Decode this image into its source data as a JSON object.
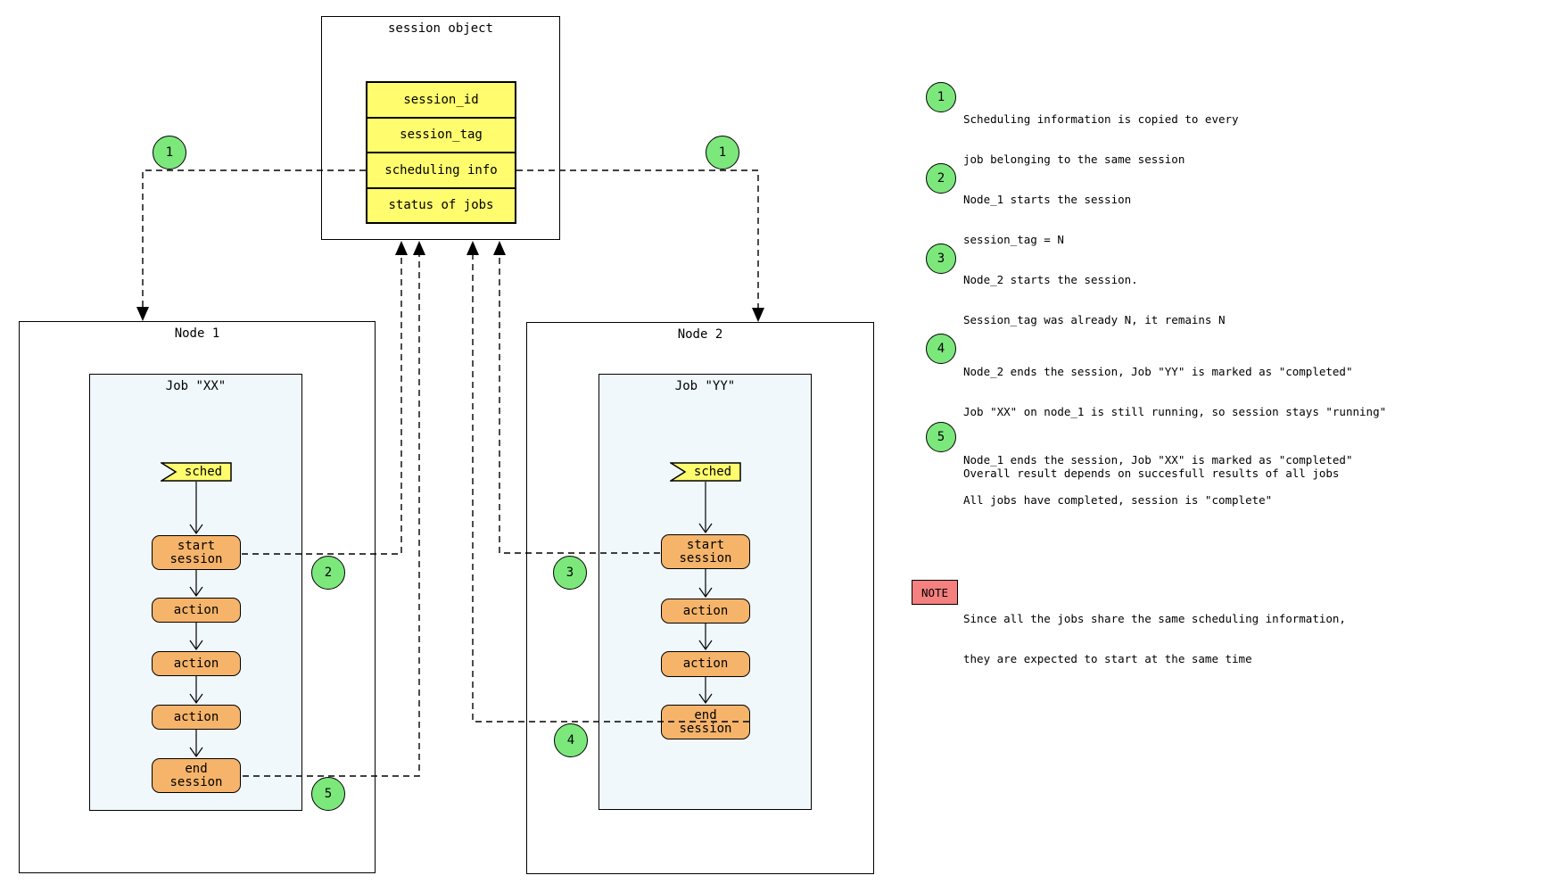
{
  "palette": {
    "yellow": "#FFFC6E",
    "orange": "#F5B46A",
    "green": "#7CE87C",
    "job_bg": "#F0F8FC",
    "note_red": "#F48080"
  },
  "session_object": {
    "title": "session object",
    "fields": [
      "session_id",
      "session_tag",
      "scheduling info",
      "status of jobs"
    ]
  },
  "nodes": [
    {
      "title": "Node 1",
      "job_title": "Job \"XX\"",
      "sched": "sched",
      "steps": [
        {
          "lines": [
            "start",
            "session"
          ]
        },
        {
          "lines": [
            "action"
          ]
        },
        {
          "lines": [
            "action"
          ]
        },
        {
          "lines": [
            "action"
          ]
        },
        {
          "lines": [
            "end",
            "session"
          ]
        }
      ]
    },
    {
      "title": "Node 2",
      "job_title": "Job \"YY\"",
      "sched": "sched",
      "steps": [
        {
          "lines": [
            "start",
            "session"
          ]
        },
        {
          "lines": [
            "action"
          ]
        },
        {
          "lines": [
            "action"
          ]
        },
        {
          "lines": [
            "end",
            "session"
          ]
        }
      ]
    }
  ],
  "annotations": [
    {
      "num": "1",
      "lines": [
        "Scheduling information is copied to every",
        "job belonging to the same session"
      ]
    },
    {
      "num": "2",
      "lines": [
        "Node_1 starts the session",
        "session_tag = N"
      ]
    },
    {
      "num": "3",
      "lines": [
        "Node_2 starts the session.",
        "Session_tag was already N, it remains N"
      ]
    },
    {
      "num": "4",
      "lines": [
        "Node_2 ends the session, Job \"YY\" is marked as \"completed\"",
        "Job \"XX\" on node_1 is still running, so session stays \"running\""
      ]
    },
    {
      "num": "5",
      "lines": [
        "Node_1 ends the session, Job \"XX\" is marked as \"completed\"",
        "All jobs have completed, session is \"complete\""
      ]
    }
  ],
  "overall_note": "Overall result depends on succesfull results of all jobs",
  "note": {
    "label": "NOTE",
    "lines": [
      "Since all the jobs share the same scheduling information,",
      "they are expected to start at the same time"
    ]
  }
}
